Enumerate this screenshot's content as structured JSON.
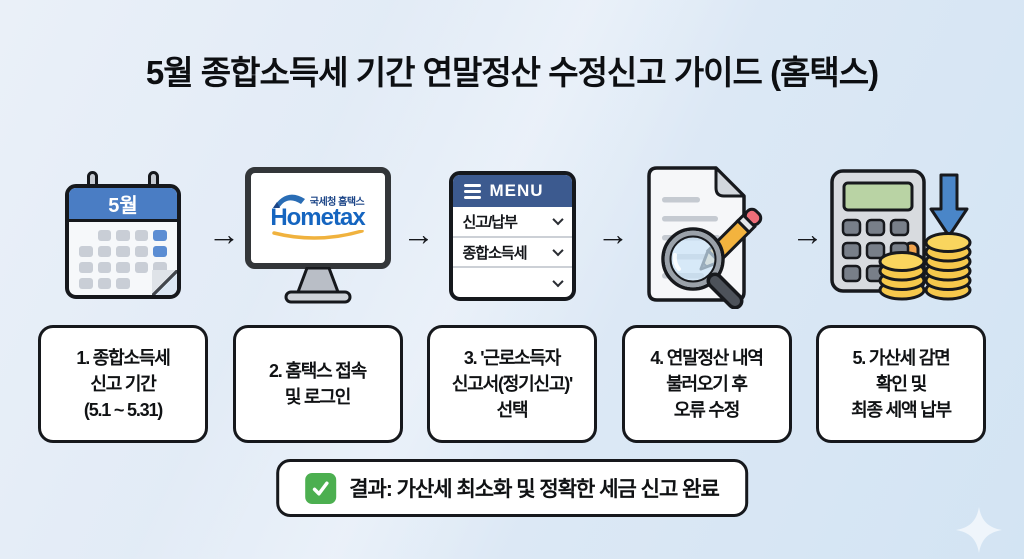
{
  "title": "5월 종합소득세 기간 연말정산 수정신고 가이드 (홈택스)",
  "flow": {
    "arrow_glyph": "→",
    "calendar_month": "5월",
    "hometax_tagline": "국세청 홈택스",
    "hometax_wordmark": "Hometax",
    "menu_header": "MENU",
    "menu_items": [
      "신고/납부",
      "종합소득세",
      ""
    ]
  },
  "steps": [
    "1. 종합소득세\n신고 기간\n(5.1 ~ 5.31)",
    "2. 홈택스 접속\n및 로그인",
    "3. '근로소득자\n신고서(정기신고)'\n선택",
    "4. 연말정산 내역\n불러오기 후\n오류 수정",
    "5. 가산세 감면\n확인 및\n최종 세액 납부"
  ],
  "result": {
    "text": "결과: 가산세 최소화 및 정확한 세금 신고 완료"
  },
  "colors": {
    "background_blue": "#d3e4f3",
    "calendar_blue": "#4a7dc4",
    "menu_navy": "#3c5a8f",
    "hometax_blue": "#1565c0",
    "arrow_blue": "#4a86c8",
    "coin_gold": "#f6c84c",
    "pencil_yellow": "#f3b33e",
    "success_green": "#4caf50"
  }
}
